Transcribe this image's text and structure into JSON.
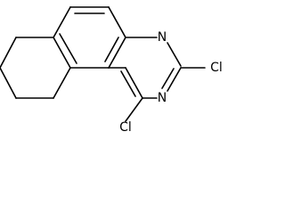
{
  "structure": {
    "atoms": {
      "n3": "N",
      "n1": "N",
      "cl_c2": "Cl",
      "cl_c1": "Cl"
    }
  }
}
